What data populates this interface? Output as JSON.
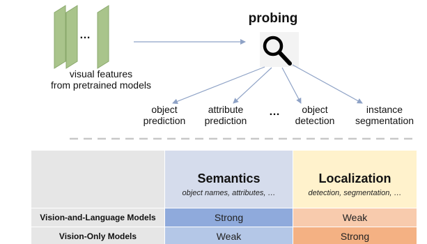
{
  "features": {
    "ellipsis": "…",
    "label_line1": "visual features",
    "label_line2": "from pretrained models"
  },
  "probing": {
    "title": "probing",
    "icon": "magnifier-icon"
  },
  "tasks": [
    {
      "line1": "object",
      "line2": "prediction"
    },
    {
      "line1": "attribute",
      "line2": "prediction"
    },
    {
      "line1": "object",
      "line2": "detection"
    },
    {
      "line1": "instance",
      "line2": "segmentation"
    }
  ],
  "tasks_ellipsis": "…",
  "table": {
    "columns": [
      {
        "title": "Semantics",
        "subtitle": "object names, attributes, …"
      },
      {
        "title": "Localization",
        "subtitle": "detection, segmentation, …"
      }
    ],
    "rows": [
      {
        "label": "Vision-and-Language Models",
        "values": [
          "Strong",
          "Weak"
        ]
      },
      {
        "label": "Vision-Only Models",
        "values": [
          "Weak",
          "Strong"
        ]
      }
    ]
  },
  "colors": {
    "feature_map": "#a9c48b",
    "arrow": "#8ea2c6",
    "separator": "#c8c8c8",
    "semantics_header": "#d5dcec",
    "localization_header": "#fff2cc",
    "semantics_strong": "#8faadc",
    "semantics_weak": "#b4c7e7",
    "localization_weak": "#f8cbad",
    "localization_strong": "#f4b183"
  }
}
